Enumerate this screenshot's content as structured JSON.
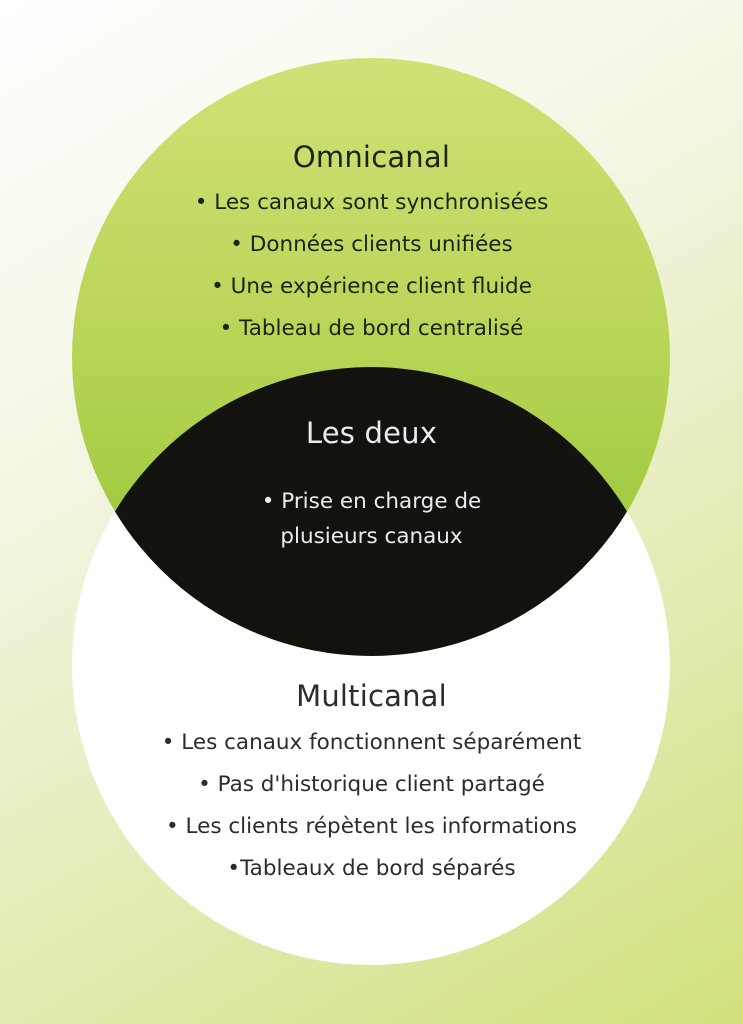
{
  "diagram": {
    "type": "venn",
    "colors": {
      "top_circle_top": "#cfe072",
      "top_circle_bottom": "#95c535",
      "bottom_circle": "#ffffff",
      "intersection": "#12130e",
      "text_dark": "#1c2410",
      "text_light": "#ececec"
    },
    "omnicanal": {
      "title": "Omnicanal",
      "items": [
        "• Les canaux sont synchronisées",
        "• Données clients unifiées",
        "• Une expérience client fluide",
        "• Tableau de bord centralisé"
      ]
    },
    "both": {
      "title": "Les deux",
      "items": [
        "• Prise en charge de",
        "plusieurs canaux"
      ]
    },
    "multicanal": {
      "title": "Multicanal",
      "items": [
        "• Les canaux fonctionnent séparément",
        "• Pas d'historique client partagé",
        "• Les clients répètent les informations",
        "•Tableaux de bord séparés"
      ]
    }
  }
}
